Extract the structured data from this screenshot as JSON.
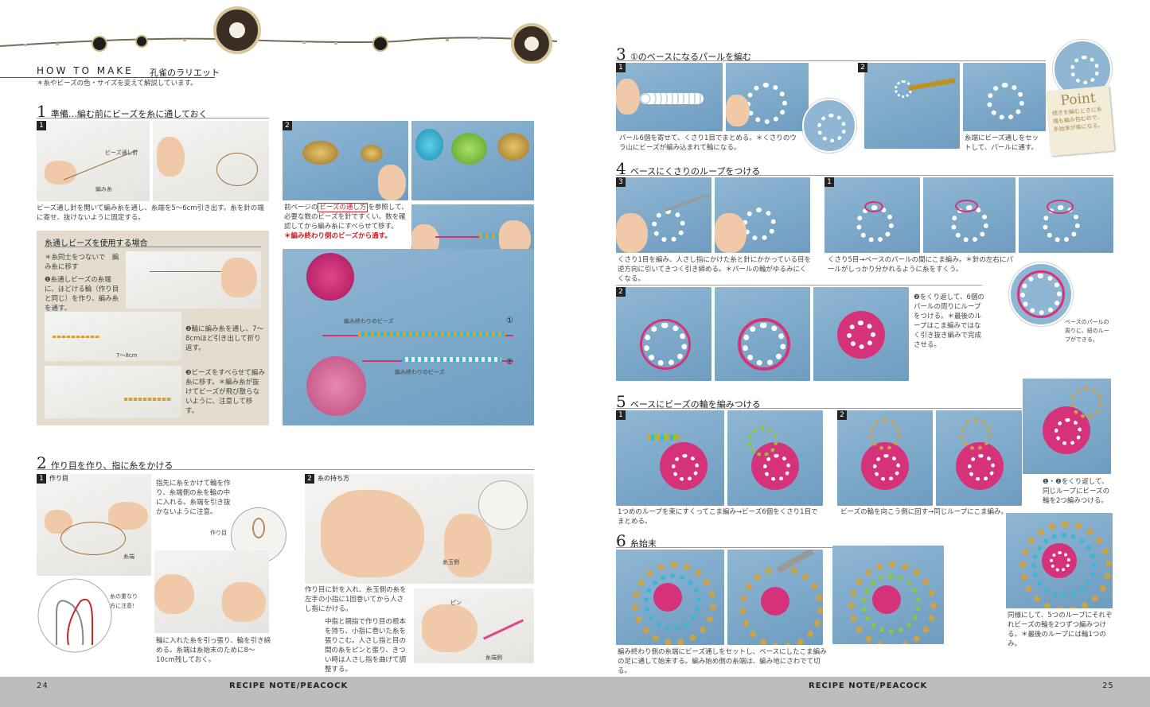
{
  "header": {
    "title_en": "HOW TO MAKE",
    "title_jp": "孔雀のラリエット",
    "note": "＊糸やビーズの色・サイズを変えて解説しています。"
  },
  "step1": {
    "num": "1",
    "title": "準備…編む前にビーズを糸に通しておく",
    "label_needle": "ビーズ通し針",
    "label_yarn": "編み糸",
    "caption_1": "ビーズ通し針を開いて編み糸を通し、糸端を5～6cm引き出す。糸を針の端に寄せ、抜けないように固定する。",
    "caption_2a": "前ページの",
    "caption_2_tag": "ビーズの通し方",
    "caption_2b": "を参照して、必要な数のビーズを針ですくい、数を確認してから編み糸にすべらせて移す。",
    "caption_2_red": "＊編み終わり側のビーズから通す。",
    "label_end1": "編み終わりのビーズ",
    "label_end2": "編み終わりのビーズ",
    "circle1": "①",
    "circle2": "②",
    "box_title": "糸通しビーズを使用する場合",
    "box_sub": "＊糸同士をつないで　編み糸に移す",
    "box_1": "❶糸通しビーズの糸端に、ほどける輪（作り目と同じ）を作り、編み糸を通す。",
    "box_2": "❷輪に編み糸を通し、7～8cmほど引き出して折り返す。",
    "box_len": "7～8cm",
    "box_3": "❸ビーズをすべらせて編み糸に移す。＊編み糸が抜けてビーズが飛び散らないように、注意して移す。"
  },
  "step2": {
    "num": "2",
    "title": "作り目を作り、指に糸をかける",
    "sub1": "作り目",
    "sub2": "糸の持ち方",
    "caption_1": "指先に糸をかけて輪を作り、糸端側の糸を輪の中に入れる。糸端を引き抜かないように注意。",
    "label_loop": "作り目",
    "label_end": "糸端",
    "label_cross": "糸の重なり方に注意！",
    "caption_2": "輪に入れた糸を引っ張り、輪を引き締める。糸端は糸始末のために8～10cm残しておく。",
    "caption_3": "作り目に針を入れ、糸玉側の糸を左手の小指に1回巻いてから人さし指にかける。",
    "caption_4": "中指と親指で作り目の根本を持ち、小指に巻いた糸を張りこむ。人さし指と目の間の糸をピンと張り、きつい時は人さし指を曲げて調整する。",
    "label_ball": "糸玉側",
    "label_end2": "糸端側",
    "label_pin": "ピン"
  },
  "step3": {
    "num": "3",
    "title": "①のベースになるパールを編む",
    "caption_1": "パール6個を寄せて、くさり1目でまとめる。＊くさりのウラ山にビーズが編み込まれて輪になる。",
    "caption_2": "糸端にビーズ通しをセットして、パールに通す。",
    "point_title": "Point",
    "point_text": "続きを編むときに糸端も編み包むので、糸始末が楽になる。"
  },
  "step4": {
    "num": "4",
    "title": "ベースにくさりのループをつける",
    "caption_1": "くさり1目を編み、人さし指にかけた糸と針にかかっている目を逆方向に引いてきつく引き締める。＊パールの輪がゆるみにくくなる。",
    "caption_2": "くさり5目→ベースのパールの間にこま編み。＊針の左右にパールがしっかり分かれるように糸をすくう。",
    "caption_3": "❷をくり返して、6個のパールの周りにループをつける。＊最後のループはこま編みではなく引き抜き編みで完成させる。",
    "side_caption": "ベースのパールの周りに、紐のループができる。"
  },
  "step5": {
    "num": "5",
    "title": "ベースにビーズの輪を編みつける",
    "caption_1": "1つめのループを束にすくってこま編み→ビーズ6個をくさり1目でまとめる。",
    "caption_2": "ビーズの輪を向こう側に回す→同じループにこま編み。",
    "caption_3": "❶・❷をくり返して、同じループにビーズの輪を2つ編みつける。",
    "caption_4": "同様にして、5つのループにそれぞれビーズの輪を2つずつ編みつける。＊最後のループには輪1つのみ。"
  },
  "step6": {
    "num": "6",
    "title": "糸始末",
    "caption": "編み終わり側の糸端にビーズ通しをセットし、ベースにしたこま編みの足に通して始末する。編み始め側の糸端は、編み地にさわでて切る。"
  },
  "badges": [
    "1",
    "2",
    "1",
    "2",
    "1",
    "2",
    "3",
    "1",
    "2"
  ],
  "footer": {
    "page_left": "24",
    "page_right": "25",
    "recipe_left": "RECIPE NOTE/PEACOCK",
    "recipe_right": "RECIPE NOTE/PEACOCK"
  },
  "colors": {
    "pink_yarn": "#d6327a",
    "photo_blue": "#7ea9c9",
    "gold_bead": "#c9a24a",
    "footer_gray": "#bdbdbd"
  },
  "icons": [
    "necklace-ornament",
    "flower-ornament"
  ]
}
